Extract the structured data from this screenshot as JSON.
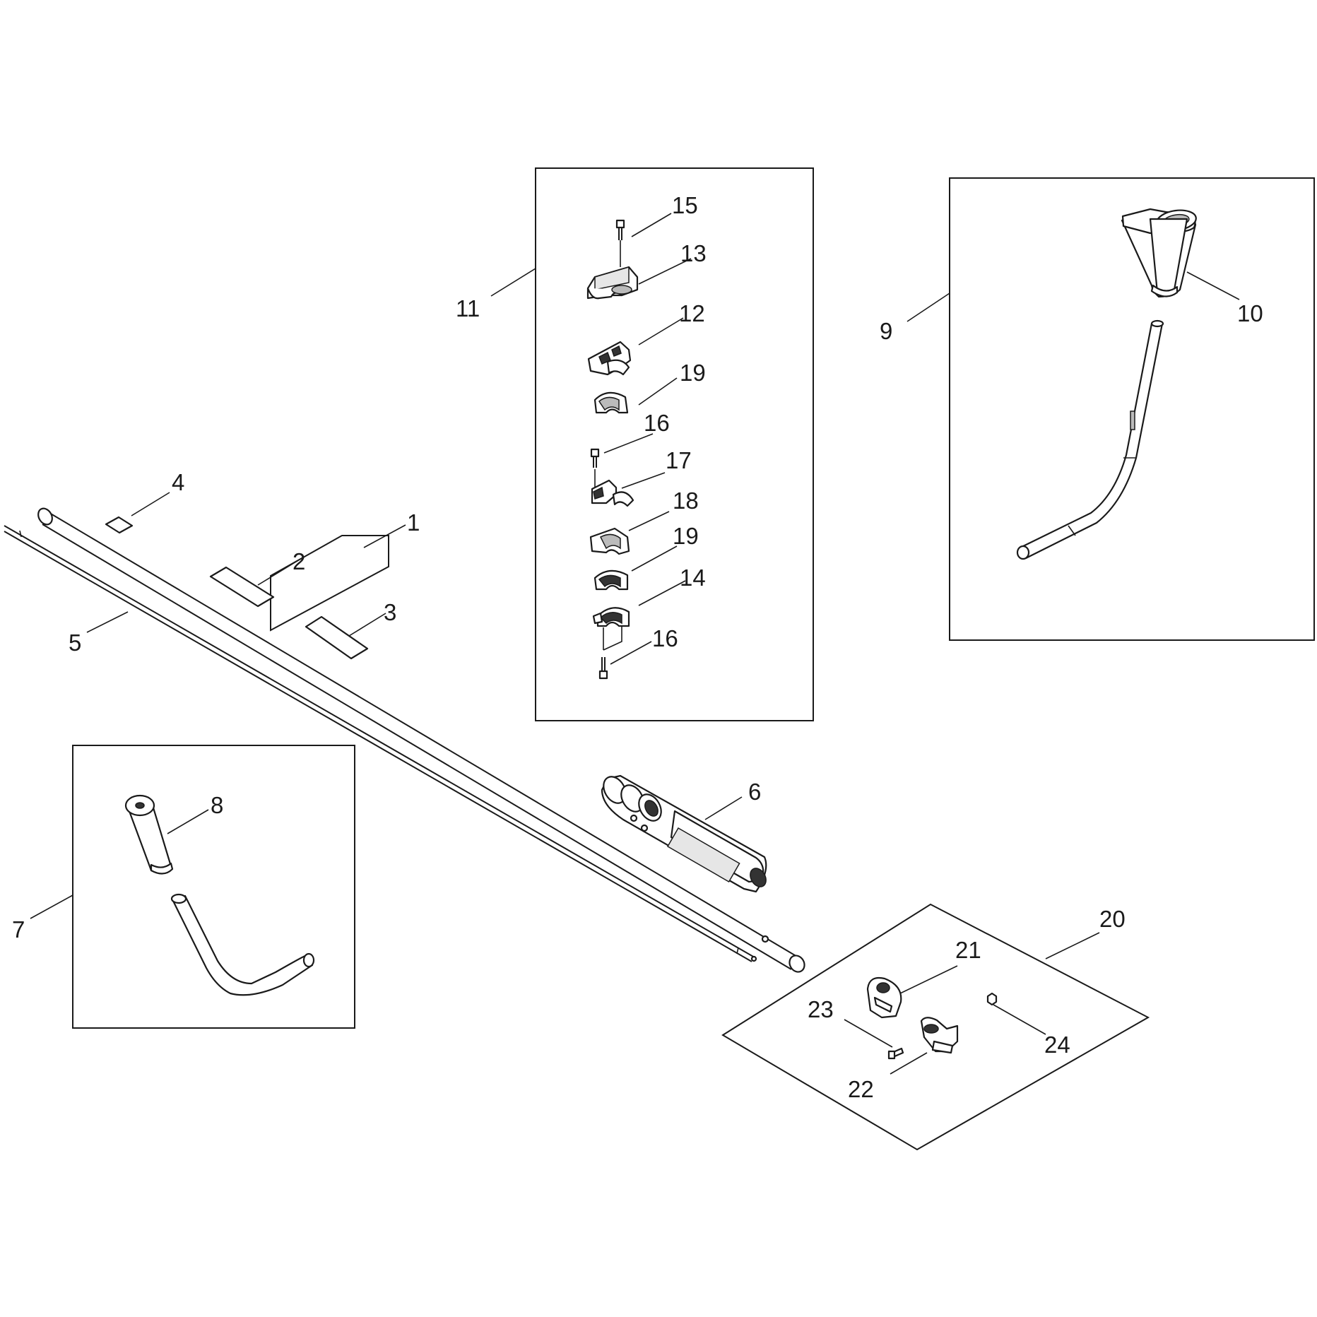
{
  "callouts": {
    "c1": "1",
    "c2": "2",
    "c3": "3",
    "c4": "4",
    "c5": "5",
    "c6": "6",
    "c7": "7",
    "c8": "8",
    "c9": "9",
    "c10": "10",
    "c11": "11",
    "c12": "12",
    "c13": "13",
    "c14": "14",
    "c15": "15",
    "c16a": "16",
    "c16b": "16",
    "c17": "17",
    "c18": "18",
    "c19a": "19",
    "c19b": "19",
    "c20": "20",
    "c21": "21",
    "c22": "22",
    "c23": "23",
    "c24": "24"
  }
}
